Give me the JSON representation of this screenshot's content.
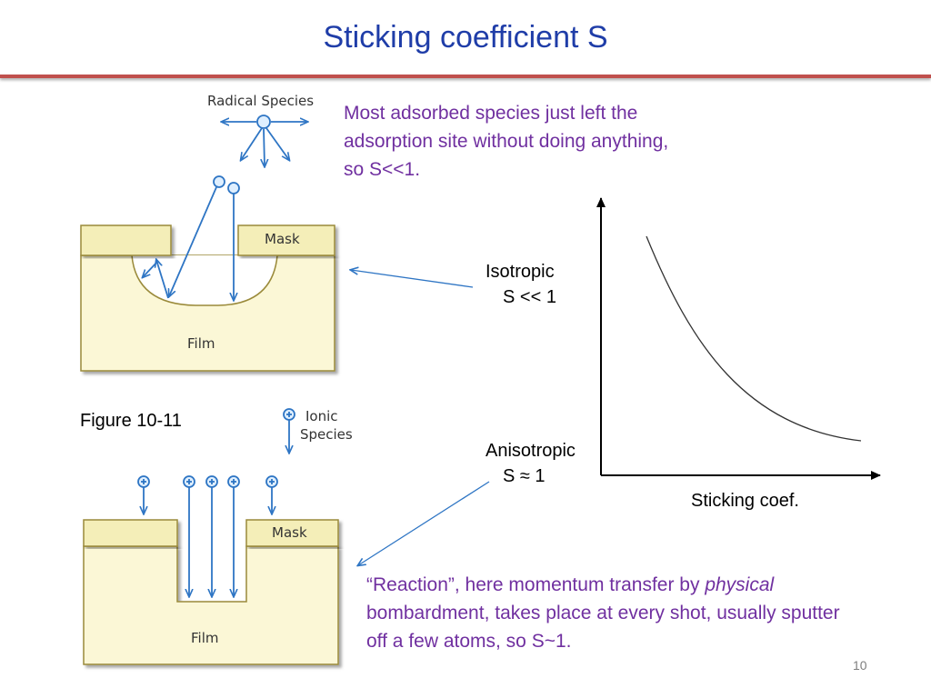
{
  "title": "Sticking coefficient S",
  "note_top": "Most adsorbed species just left the adsorption site without doing anything, so S<<1.",
  "note_bottom": {
    "part1": "“Reaction”, here momentum transfer by ",
    "italic": "physical",
    "part2": " bombardment, takes place at every shot, usually sputter off a few atoms, so S~1."
  },
  "figure_label": "Figure 10-11",
  "top_figure": {
    "species_label": "Radical Species",
    "mask_label": "Mask",
    "film_label": "Film"
  },
  "bottom_figure": {
    "species_label_line1": "Ionic",
    "species_label_line2": "Species",
    "mask_label": "Mask",
    "film_label": "Film"
  },
  "graph": {
    "isotropic_label": "Isotropic",
    "isotropic_value": "S << 1",
    "anisotropic_label": "Anisotropic",
    "anisotropic_value": "S ≈ 1",
    "x_axis_label": "Sticking coef."
  },
  "slide_number": "10",
  "colors": {
    "title": "#1f3da8",
    "rule": "#c0504d",
    "note_text": "#7030a0",
    "arrow_blue": "#2e75c4",
    "film_fill": "#fbf7d6",
    "mask_fill": "#f4eeb8",
    "outline": "#9a8a3a"
  }
}
